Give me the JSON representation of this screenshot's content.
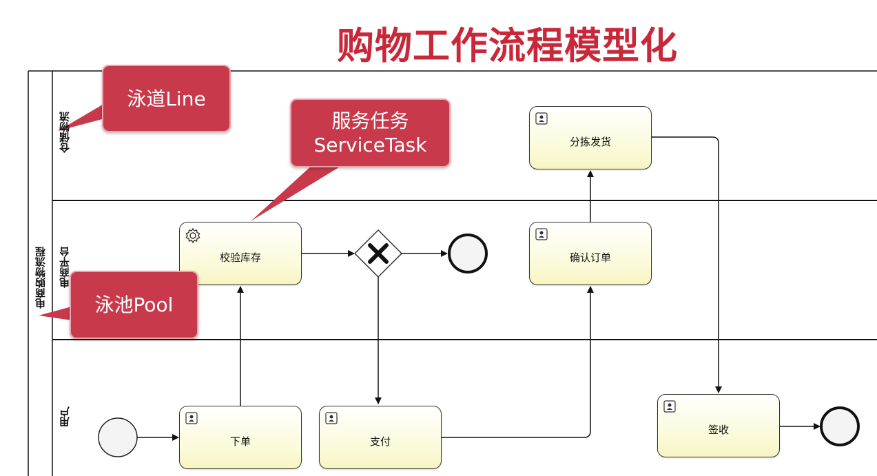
{
  "title": "购物工作流程模型化",
  "pool": {
    "label": "电商购物流程"
  },
  "lanes": [
    {
      "label": "仓储物流"
    },
    {
      "label": "电商平台"
    },
    {
      "label": "用户"
    }
  ],
  "tasks": {
    "sort_ship": "分拣发货",
    "check_stock": "校验库存",
    "confirm_order": "确认订单",
    "place_order": "下单",
    "pay": "支付",
    "receive": "签收"
  },
  "callouts": {
    "lane": "泳道Line",
    "service_task_line1": "服务任务",
    "service_task_line2": "ServiceTask",
    "pool": "泳池Pool"
  },
  "icons": {
    "user_task": "user-task-icon",
    "service_task": "gear-icon",
    "gateway": "exclusive-gateway-x-icon"
  },
  "colors": {
    "title": "#c8283a",
    "callout": "#c8394b",
    "task_fill": "#fbfad8"
  }
}
